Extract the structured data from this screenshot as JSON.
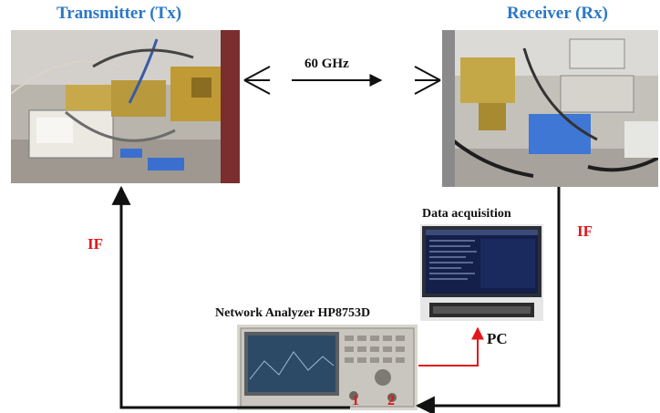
{
  "transmitter": {
    "title": "Transmitter (Tx)"
  },
  "receiver": {
    "title": "Receiver (Rx)"
  },
  "link": {
    "frequency": "60 GHz"
  },
  "data_acquisition": {
    "title": "Data acquisition",
    "device": "PC"
  },
  "network_analyzer": {
    "title": "Network Analyzer HP8753D",
    "port1": "1",
    "port2": "2"
  },
  "signals": {
    "left_if": "IF",
    "right_if": "IF"
  },
  "colors": {
    "title_blue": "#2a78c6",
    "signal_red": "#e0181c",
    "line_black": "#111111"
  }
}
